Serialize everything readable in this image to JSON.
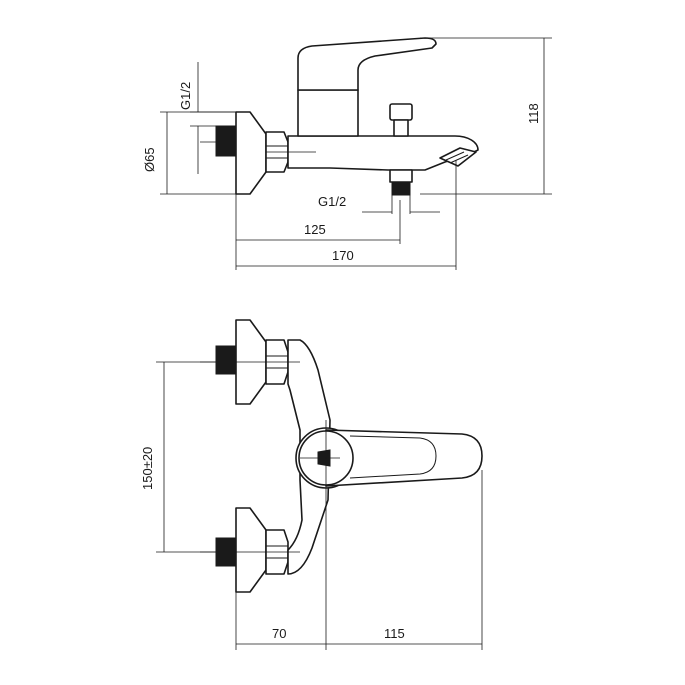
{
  "drawing": {
    "side_view": {
      "labels": {
        "thread_inlet": "G1/2",
        "diameter": "Ø65",
        "thread_outlet": "G1/2",
        "outlet_distance": "125",
        "total_length": "170",
        "height": "118"
      }
    },
    "top_view": {
      "labels": {
        "centers": "150±20",
        "depth_wall": "70",
        "handle_reach": "115"
      }
    },
    "colors": {
      "line": "#1a1a1a",
      "background": "#ffffff"
    }
  }
}
